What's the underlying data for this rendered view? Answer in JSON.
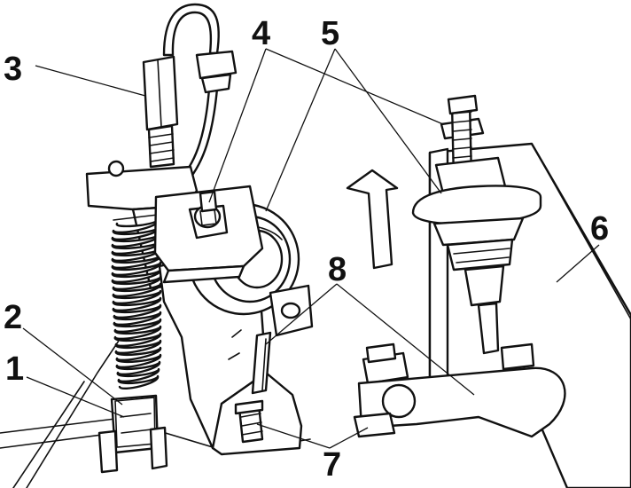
{
  "labels": {
    "l1": "1",
    "l2": "2",
    "l3": "3",
    "l4": "4",
    "l5": "5",
    "l6": "6",
    "l7": "7",
    "l8": "8"
  },
  "colors": {
    "line": "#111111",
    "background": "#ffffff"
  }
}
